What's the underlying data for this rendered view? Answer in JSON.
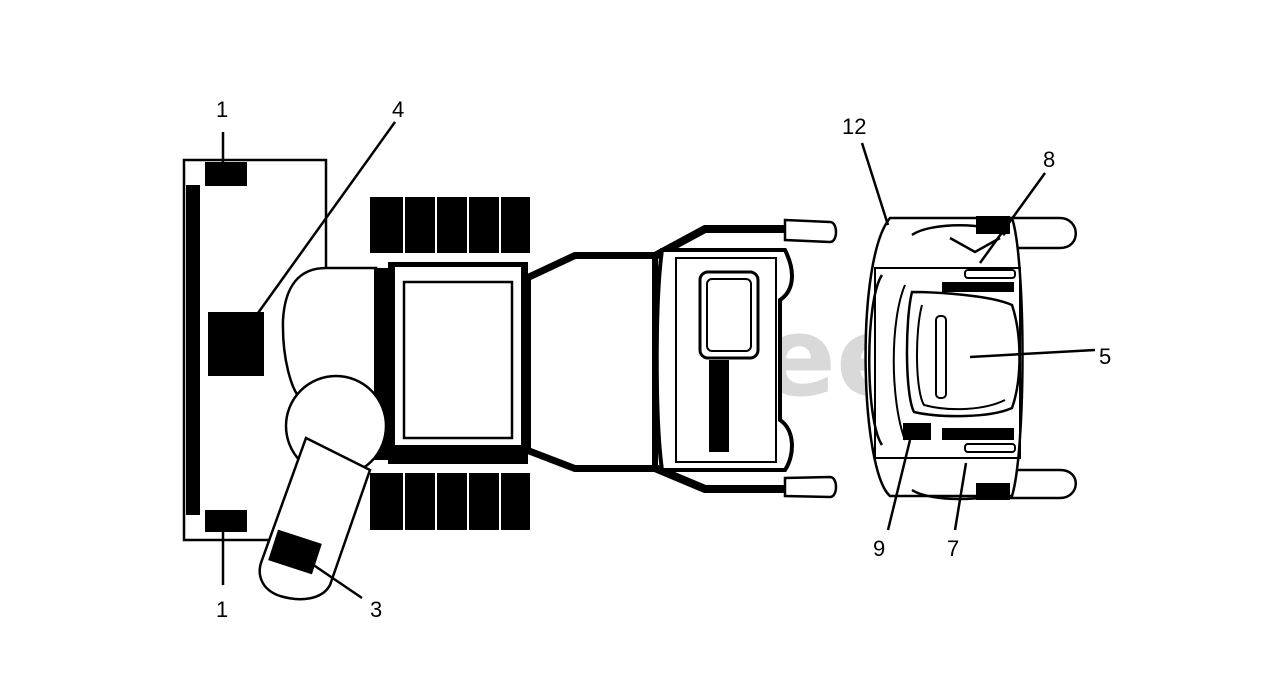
{
  "watermark": "PartsTree",
  "callouts": {
    "c1_top": "1",
    "c1_bottom": "1",
    "c3": "3",
    "c4": "4",
    "c5": "5",
    "c7": "7",
    "c8": "8",
    "c9": "9",
    "c12": "12"
  }
}
